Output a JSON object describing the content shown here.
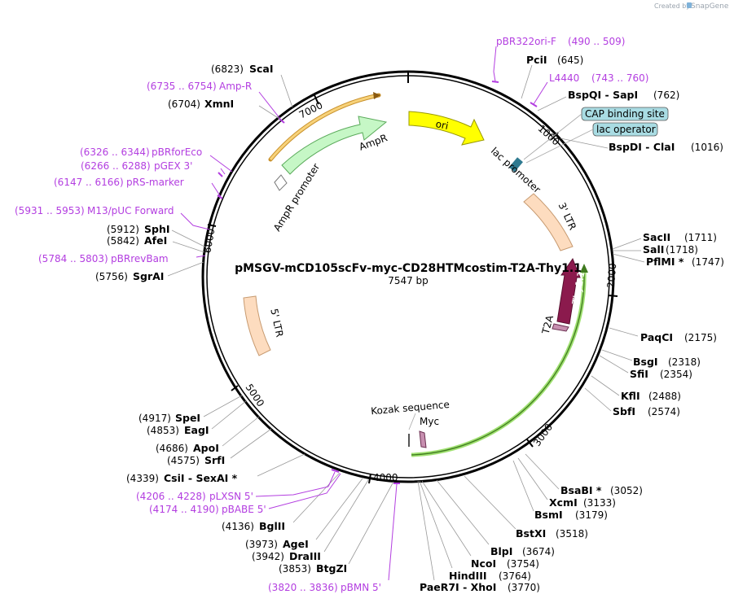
{
  "credit": {
    "created_by": "Created by",
    "brand": "SnapGene"
  },
  "plasmid": {
    "name": "pMSGV-mCD105scFv-myc-CD28HTMcostim-T2A-Thy1.1",
    "size": "7547 bp"
  },
  "ticks": [
    "1000",
    "2000",
    "3000",
    "4000",
    "5000",
    "6000",
    "7000"
  ],
  "features": {
    "amp_r": "AmpR",
    "amp_r_promoter": "AmpR promoter",
    "ori": "ori",
    "lac_promoter": "lac promoter",
    "ltr3": "3' LTR",
    "ltr5": "5' LTR",
    "thy11": "Thy1.1",
    "t2a": "T2A",
    "kozak": "Kozak sequence",
    "myc": "Myc",
    "cap_site": "CAP binding site",
    "lac_operator": "lac operator"
  },
  "enzymes_right": [
    {
      "name": "PciI",
      "pos": "(645)"
    },
    {
      "name": "BspQI  - SapI",
      "pos": "(762)"
    },
    {
      "name": "BspDI  - ClaI",
      "pos": "(1016)"
    },
    {
      "name": "SacII",
      "pos": "(1711)"
    },
    {
      "name": "SalI",
      "pos": "(1718)"
    },
    {
      "name": "PflMI *",
      "pos": "(1747)"
    },
    {
      "name": "PaqCI",
      "pos": "(2175)"
    },
    {
      "name": "BsgI",
      "pos": "(2318)"
    },
    {
      "name": "SfiI",
      "pos": "(2354)"
    },
    {
      "name": "KflI",
      "pos": "(2488)"
    },
    {
      "name": "SbfI",
      "pos": "(2574)"
    },
    {
      "name": "BsaBI *",
      "pos": "(3052)"
    },
    {
      "name": "XcmI",
      "pos": "(3133)"
    },
    {
      "name": "BsmI",
      "pos": "(3179)"
    },
    {
      "name": "BstXI",
      "pos": "(3518)"
    },
    {
      "name": "BlpI",
      "pos": "(3674)"
    },
    {
      "name": "NcoI",
      "pos": "(3754)"
    },
    {
      "name": "HindIII",
      "pos": "(3764)"
    },
    {
      "name": "PaeR7I  - XhoI",
      "pos": "(3770)"
    }
  ],
  "enzymes_left": [
    {
      "name": "ScaI",
      "pos": "(6823)"
    },
    {
      "name": "XmnI",
      "pos": "(6704)"
    },
    {
      "name": "SphI",
      "pos": "(5912)"
    },
    {
      "name": "AfeI",
      "pos": "(5842)"
    },
    {
      "name": "SgrAI",
      "pos": "(5756)"
    },
    {
      "name": "SpeI",
      "pos": "(4917)"
    },
    {
      "name": "EagI",
      "pos": "(4853)"
    },
    {
      "name": "ApoI",
      "pos": "(4686)"
    },
    {
      "name": "SrfI",
      "pos": "(4575)"
    },
    {
      "name": "CsiI  - SexAI *",
      "pos": "(4339)"
    },
    {
      "name": "BglII",
      "pos": "(4136)"
    },
    {
      "name": "AgeI",
      "pos": "(3973)"
    },
    {
      "name": "DraIII",
      "pos": "(3942)"
    },
    {
      "name": "BtgZI",
      "pos": "(3853)"
    }
  ],
  "primers": [
    {
      "name": "pBR322ori-F",
      "range": "(490 .. 509)"
    },
    {
      "name": "L4440",
      "range": "(743 .. 760)"
    },
    {
      "name": "Amp-R",
      "range": "(6735 .. 6754)"
    },
    {
      "name": "pBRforEco",
      "range": "(6326 .. 6344)"
    },
    {
      "name": "pGEX 3'",
      "range": "(6266 .. 6288)"
    },
    {
      "name": "pRS-marker",
      "range": "(6147 .. 6166)"
    },
    {
      "name": "M13/pUC Forward",
      "range": "(5931 .. 5953)"
    },
    {
      "name": "pBRrevBam",
      "range": "(5784 .. 5803)"
    },
    {
      "name": "pLXSN 5'",
      "range": "(4206 .. 4228)"
    },
    {
      "name": "pBABE 5'",
      "range": "(4174 .. 4190)"
    },
    {
      "name": "pBMN 5'",
      "range": "(3820 .. 3836)"
    }
  ],
  "colors": {
    "ori": "#ffff00",
    "amp": "#c6f7c6",
    "ltr": "#fddcbf",
    "thy": "#8b1a4d",
    "primer": "#b33ee0",
    "cds_highlight": "#9fe070",
    "amp_highlight": "#f0c060",
    "feature_box": "#a9dce3"
  }
}
